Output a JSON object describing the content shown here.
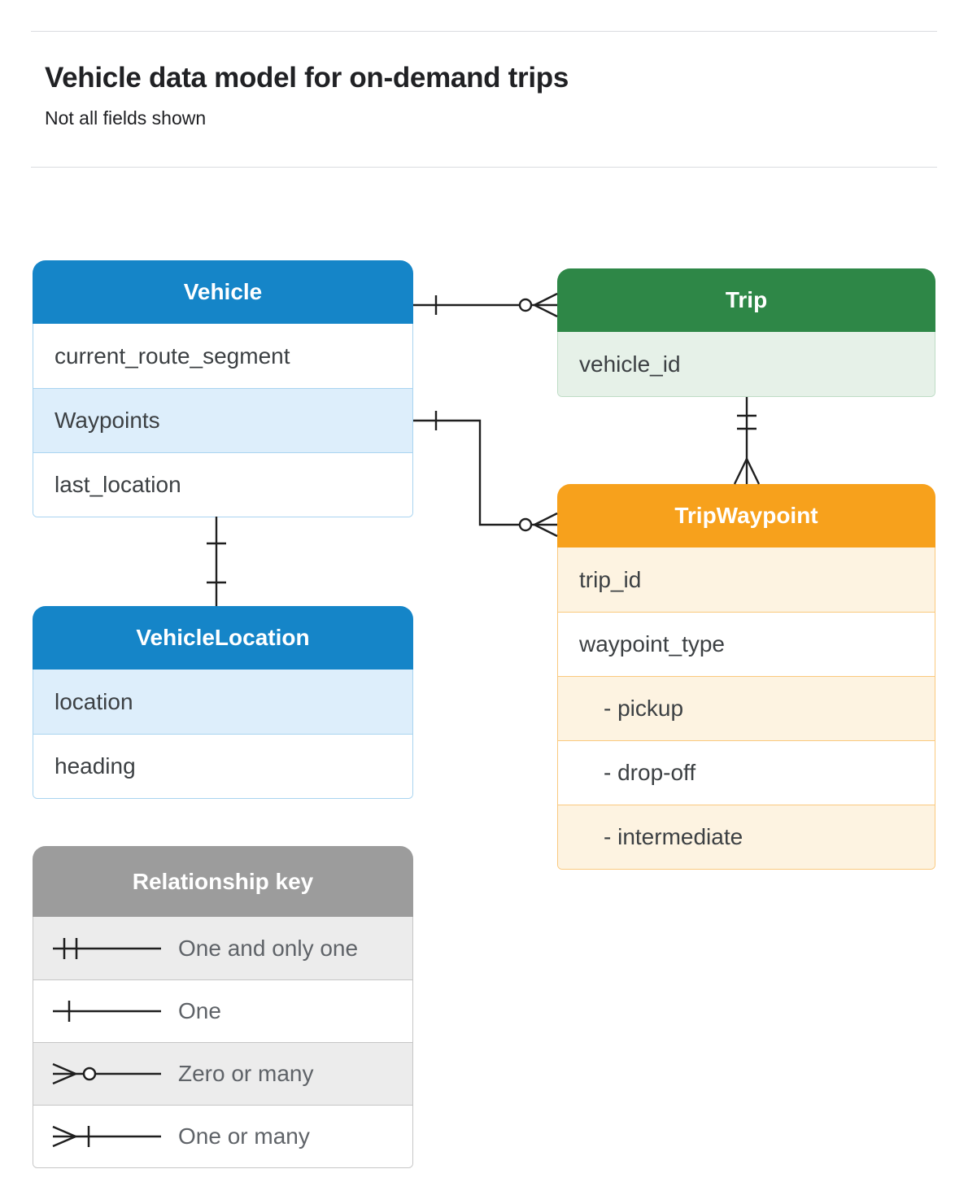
{
  "page": {
    "title": "Vehicle data model for on-demand trips",
    "subtitle": "Not all fields shown"
  },
  "entities": {
    "vehicle": {
      "title": "Vehicle",
      "fields": [
        "current_route_segment",
        "Waypoints",
        "last_location"
      ]
    },
    "trip": {
      "title": "Trip",
      "fields": [
        "vehicle_id"
      ]
    },
    "tripWaypoint": {
      "title": "TripWaypoint",
      "fields": [
        "trip_id",
        "waypoint_type",
        "- pickup",
        "- drop-off",
        "- intermediate"
      ]
    },
    "vehicleLocation": {
      "title": "VehicleLocation",
      "fields": [
        "location",
        "heading"
      ]
    }
  },
  "legend": {
    "title": "Relationship key",
    "items": [
      "One and only one",
      "One",
      "Zero or many",
      "One or many"
    ]
  },
  "colors": {
    "blue": "#1585c8",
    "blue_light": "#ddeefb",
    "blue_border": "#a9d4f0",
    "green": "#2e8747",
    "green_light": "#e6f1e8",
    "green_border": "#bedcc5",
    "orange": "#f7a11c",
    "orange_light": "#fdf3e1",
    "orange_border": "#fac97e",
    "gray": "#9c9c9c",
    "gray_light": "#ececec",
    "gray_border": "#c6c6c6",
    "line": "#1f1f1f"
  }
}
